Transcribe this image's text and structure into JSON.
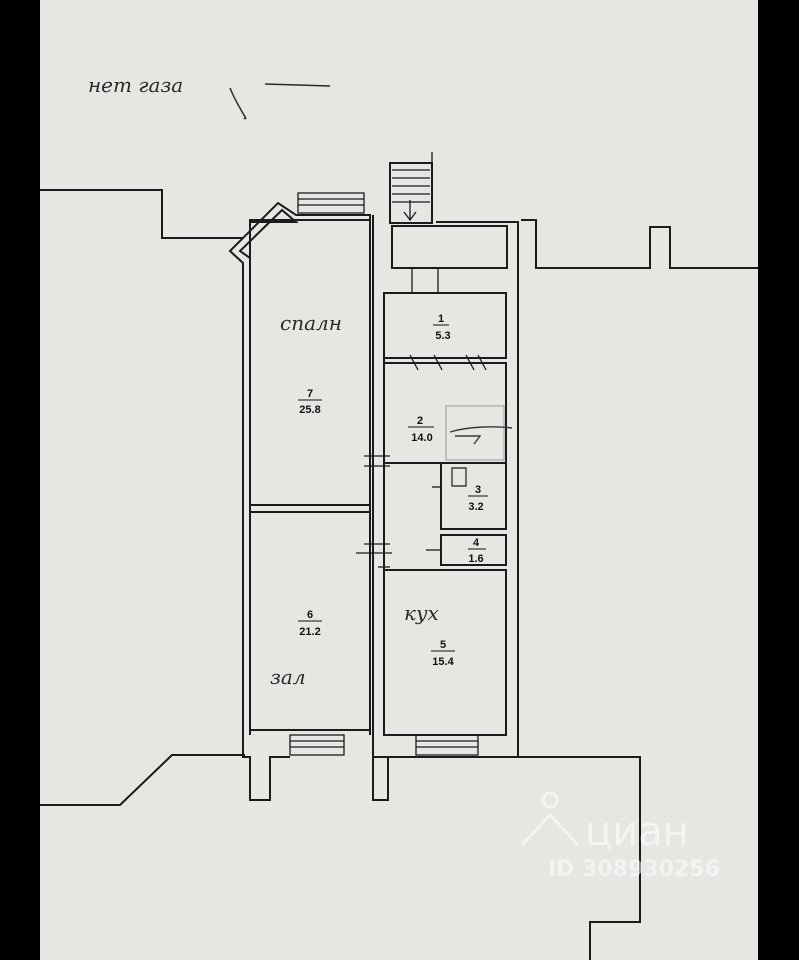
{
  "plan": {
    "handwritten_note": "нет газа",
    "rooms": [
      {
        "number": "1",
        "area": "5.3"
      },
      {
        "number": "2",
        "area": "14.0"
      },
      {
        "number": "3",
        "area": "3.2"
      },
      {
        "number": "4",
        "area": "1.6"
      },
      {
        "number": "5",
        "area": "15.4",
        "handwritten_label": "кух"
      },
      {
        "number": "6",
        "area": "21.2",
        "handwritten_label": "зал"
      },
      {
        "number": "7",
        "area": "25.8",
        "handwritten_label": "спалн"
      }
    ]
  },
  "watermark": {
    "brand": "циан",
    "listing_id": "ID 308930256"
  },
  "colors": {
    "paper": "#e6e6e3",
    "border": "#000000",
    "ink": "#1b1b1b"
  }
}
